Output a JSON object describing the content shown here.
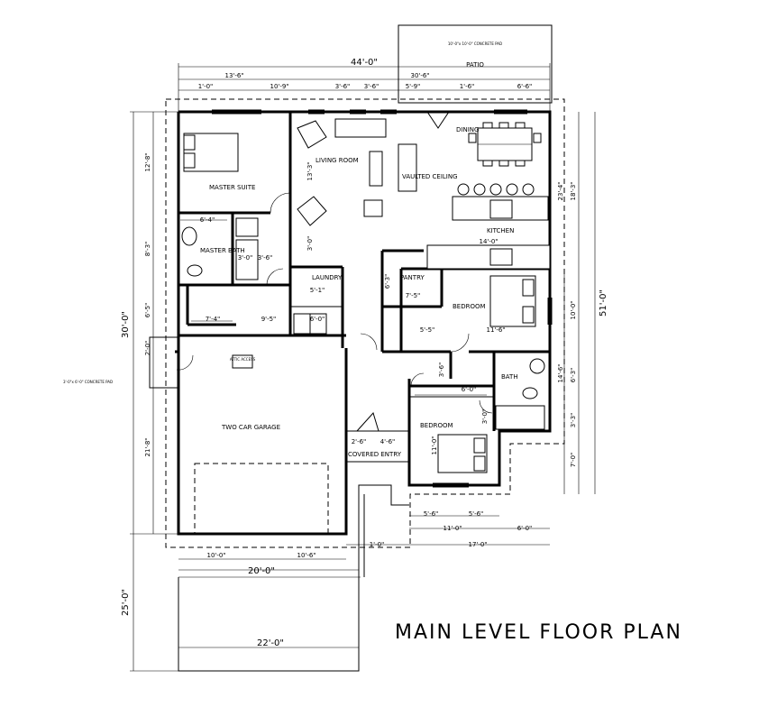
{
  "title": "MAIN LEVEL FLOOR PLAN",
  "rooms": {
    "patio": "PATIO",
    "concrete_pad": "10'-0\"x 10'-0\" CONCRETE PAD",
    "dining": "DINING",
    "living_room": "LIVING ROOM",
    "vaulted_ceiling": "VAULTED CEILING",
    "kitchen": "KITCHEN",
    "master_suite": "MASTER SUITE",
    "master_bath": "MASTER BATH",
    "laundry": "LAUNDRY",
    "pantry": "PANTRY",
    "bedroom_1": "BEDROOM",
    "bath": "BATH",
    "bedroom_2": "BEDROOM",
    "two_car_garage": "TWO CAR GARAGE",
    "attic_access": "ATTIC ACCESS",
    "covered_entry": "COVERED ENTRY",
    "side_pad": "3'-0\"x 6'-0\" CONCRETE PAD"
  },
  "dimensions": {
    "overall_width": "44'-0\"",
    "overall_depth": "51'-0\"",
    "left_depth": "30'-0\"",
    "driveway_depth": "25'-0\"",
    "garage_width": "20'-0\"",
    "driveway_width": "22'-0\"",
    "top_13_6": "13'-6\"",
    "top_30_6": "30'-6\"",
    "top_1_0_left": "1'-0\"",
    "top_10_9": "10'-9\"",
    "top_3_6_a": "3'-6\"",
    "top_3_6_b": "3'-6\"",
    "top_5_9": "5'-9\"",
    "top_1_6": "1'-6\"",
    "top_6_6": "6'-6\"",
    "left_12_8": "12'-8\"",
    "left_8_3": "8'-3\"",
    "left_6_5": "6'-5\"",
    "left_2_0": "2'-0\"",
    "left_21_8": "21'-8\"",
    "right_18_3": "18'-3\"",
    "right_23_4": "23'-4\"",
    "right_10_0": "10'-0\"",
    "right_14_6": "14'-6\"",
    "right_6_3": "6'-3\"",
    "right_3_3": "3'-3\"",
    "right_7_0": "7'-0\"",
    "bottom_10_6_a": "10'-0\"",
    "bottom_10_6_b": "10'-6\"",
    "bottom_1_0": "1'-0\"",
    "bottom_17_0": "17'-0\"",
    "bottom_11_0": "11'-0\"",
    "bottom_6_0": "6'-0\"",
    "bottom_5_6_a": "5'-6\"",
    "bottom_5_6_b": "5'-6\"",
    "living_13_3": "13'-3\"",
    "living_3_0": "3'-0\"",
    "kitchen_14_0": "14'-0\"",
    "mb_6_4": "6'-4\"",
    "mb_3_0": "3'-0\"",
    "mb_3_6": "3'-6\"",
    "mb_7_4": "7'-4\"",
    "laundry_9_5": "9'-5\"",
    "laundry_6_0": "6'-0\"",
    "laundry_5_1": "5'-1\"",
    "pantry_6_3": "6'-3\"",
    "pantry_7_5": "7'-5\"",
    "bed_5_5": "5'-5\"",
    "bed_11_6": "11'-6\"",
    "bed_3_6": "3'-6\"",
    "bath_6_0": "6'-0\"",
    "bath_3_0": "3'-0\"",
    "bed2_11_0": "11'-0\"",
    "entry_2_6": "2'-6\"",
    "entry_4_6": "4'-6\""
  }
}
